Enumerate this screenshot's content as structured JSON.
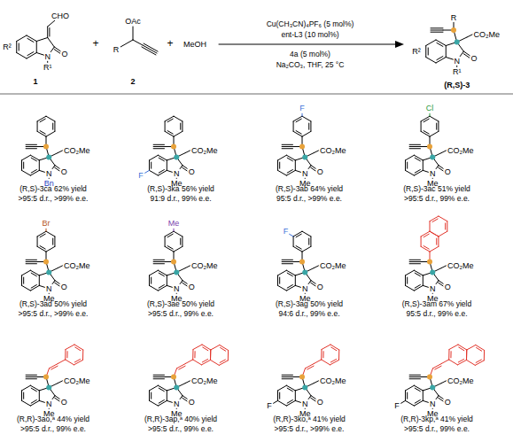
{
  "diagram": {
    "labels": [
      "CHO",
      "R²",
      "N",
      "O",
      "R¹",
      "1",
      "+",
      "OAc",
      "R",
      "2",
      "+",
      "MeOH",
      "Cu(CH₃CN)₄PF₆ (5 mol%)",
      "ent-L3 (10 mol%)",
      "4a (5 mol%)",
      "Na₂CO₃, THF, 25 °C",
      "R",
      "R²",
      "CO₂Me",
      "O",
      "N",
      "R¹",
      "(R,S)-3",
      "CO₂Me",
      "O",
      "N",
      "Bn",
      "(R,S)-3ca 62% yield",
      ">95:5 d.r., >99% e.e.",
      "CO₂Me",
      "O",
      "N",
      "Me",
      "F",
      "(R,S)-3ka 56% yield",
      "91:9 d.r., 99% e.e.",
      "CO₂Me",
      "O",
      "N",
      "Me",
      "F",
      "(R,S)-3ab 64% yield",
      "95:5 d.r., >99% e.e.",
      "CO₂Me",
      "O",
      "N",
      "Me",
      "Cl",
      "(R,S)-3ac 51% yield",
      ">95:5 d.r., 99% e.e.",
      "CO₂Me",
      "O",
      "N",
      "Me",
      "Br",
      "(R,S)-3ad 50% yield",
      ">95:5 d.r., >99% e.e.",
      "CO₂Me",
      "O",
      "N",
      "Me",
      "Me",
      "(R,S)-3ae 50% yield",
      ">95:5 d.r., 99% e.e.",
      "CO₂Me",
      "O",
      "N",
      "Me",
      "F",
      "(R,S)-3ag 50% yield",
      "94:6 d.r., 99% e.e.",
      "CO₂Me",
      "O",
      "N",
      "Me",
      "(R,S)-3am 67% yield",
      "95:5 d.r., 99% e.e.",
      "CO₂Me",
      "O",
      "N",
      "Me",
      "(R,R)-3ao,ᵃ 44% yield",
      ">95:5 d.r., 99% e.e.",
      "CO₂Me",
      "O",
      "N",
      "Me",
      "(R,R)-3ap,ᵃ 40% yield",
      ">95:5 d.r., 99% e.e.",
      "CO₂Me",
      "O",
      "N",
      "Me",
      "F",
      "(R,R)-3ko,ᵃ 41% yield",
      ">95:5 d.r., >99% e.e.",
      "CO₂Me",
      "O",
      "N",
      "Me",
      "F",
      "(R,R)-3kp,ᵃ 41% yield",
      ">95:5 d.r., 99% e.e."
    ]
  }
}
